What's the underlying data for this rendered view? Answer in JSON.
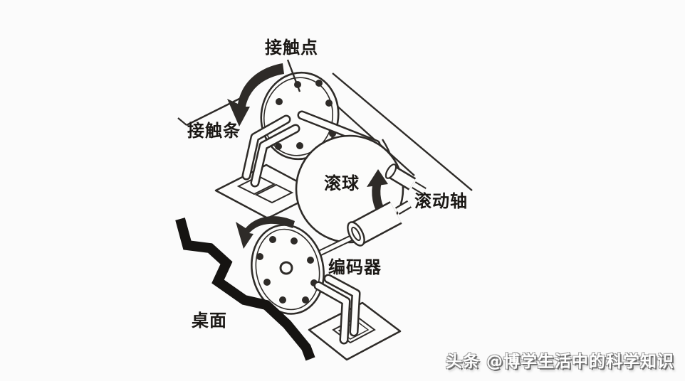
{
  "colors": {
    "background": "#fbfbfb",
    "ink": "#2e2b28",
    "paper": "#fcfcfb",
    "label_text": "#1b1815",
    "watermark_fill": "#ffffff",
    "watermark_shadow": "#6f6f6f"
  },
  "figure": {
    "description": "mechanical-mouse-internals-line-drawing",
    "labels": {
      "contact_point": "接触点",
      "contact_strip": "接触条",
      "ball": "滚球",
      "rolling_shaft": "滚动轴",
      "encoder": "编码器",
      "desktop": "桌面"
    },
    "icons": [
      "encoder-disk-top-icon",
      "encoder-disk-bottom-icon",
      "mouse-ball-icon",
      "roller-shaft-icon",
      "contact-strips-icon",
      "rotation-arrow-icon",
      "direction-arrow-icon",
      "table-edge-zigzag-icon"
    ]
  },
  "watermark": {
    "text": "头条 @博学生活中的科学知识"
  }
}
